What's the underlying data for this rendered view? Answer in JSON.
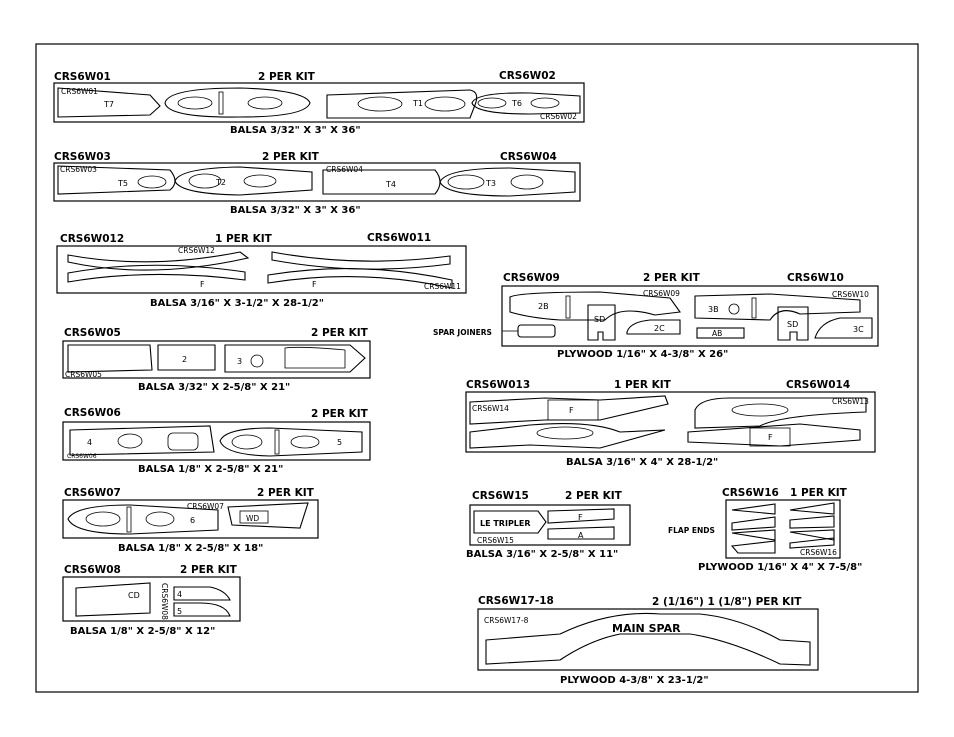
{
  "sheets": [
    {
      "id": "s1",
      "left_code": "CRS6W01",
      "qty": "2 PER KIT",
      "right_code": "CRS6W02",
      "material": "BALSA  3/32\" X 3\" X 36\"",
      "marks": [
        "CRS6W01",
        "T7",
        "T1",
        "T6",
        "CRS6W02"
      ]
    },
    {
      "id": "s2",
      "left_code": "CRS6W03",
      "qty": "2 PER KIT",
      "right_code": "CRS6W04",
      "material": "BALSA  3/32\" X 3\" X 36\"",
      "marks": [
        "CRS6W03",
        "T5",
        "T2",
        "CRS6W04",
        "T4",
        "T3"
      ]
    },
    {
      "id": "s3",
      "left_code": "CRS6W012",
      "qty": "1 PER KIT",
      "right_code": "CRS6W011",
      "material": "BALSA 3/16\" X 3-1/2\" X 28-1/2\"",
      "marks": [
        "CRS6W12",
        "F",
        "F",
        "CRS6W11"
      ]
    },
    {
      "id": "s4",
      "left_code": "CRS6W09",
      "qty": "2 PER KIT",
      "right_code": "CRS6W10",
      "material": "PLYWOOD 1/16\" X 4-3/8\" X 26\"",
      "marks": [
        "CRS6W09",
        "2B",
        "SD",
        "2C",
        "3B",
        "CRS6W10",
        "SD",
        "AB",
        "3C"
      ],
      "callout": "SPAR JOINERS"
    },
    {
      "id": "s5",
      "left_code": "CRS6W05",
      "qty": "2 PER KIT",
      "right_code": "",
      "material": "BALSA 3/32\" X 2-5/8\" X 21\"",
      "marks": [
        "2",
        "3",
        "CRS6W05"
      ]
    },
    {
      "id": "s6",
      "left_code": "CRS6W013",
      "qty": "1 PER KIT",
      "right_code": "CRS6W014",
      "material": "BALSA 3/16\" X 4\" X 28-1/2\"",
      "marks": [
        "CRS6W14",
        "F",
        "CRS6W13",
        "F"
      ]
    },
    {
      "id": "s7",
      "left_code": "CRS6W06",
      "qty": "2 PER KIT",
      "right_code": "",
      "material": "BALSA   1/8\" X 2-5/8\" X 21\"",
      "marks": [
        "4",
        "5",
        "CRS6W06"
      ]
    },
    {
      "id": "s8",
      "left_code": "CRS6W07",
      "qty": "2 PER KIT",
      "right_code": "",
      "material": "BALSA 1/8\" X 2-5/8\" X 18\"",
      "marks": [
        "CRS6W07",
        "6",
        "WD"
      ]
    },
    {
      "id": "s9",
      "left_code": "CRS6W15",
      "qty": "2 PER KIT",
      "right_code": "",
      "material": "BALSA 3/16\" X 2-5/8\" X 11\"",
      "marks": [
        "LE TRIPLER",
        "F",
        "A",
        "CRS6W15"
      ]
    },
    {
      "id": "s10",
      "left_code": "CRS6W16",
      "qty": "1 PER KIT",
      "right_code": "",
      "material": "PLYWOOD 1/16\" X 4\" X 7-5/8\"",
      "marks": [
        "CRS6W16"
      ],
      "callout": "FLAP ENDS"
    },
    {
      "id": "s11",
      "left_code": "CRS6W08",
      "qty": "2 PER KIT",
      "right_code": "",
      "material": "BALSA 1/8\" X 2-5/8\" X 12\"",
      "marks": [
        "CD",
        "4",
        "5",
        "CRS6W08"
      ]
    },
    {
      "id": "s12",
      "left_code": "CRS6W17-18",
      "qty": "2 (1/16\")   1 (1/8\")   PER KIT",
      "right_code": "",
      "material": "PLYWOOD 4-3/8\" X 23-1/2\"",
      "marks": [
        "CRS6W17-8",
        "MAIN SPAR"
      ]
    }
  ]
}
